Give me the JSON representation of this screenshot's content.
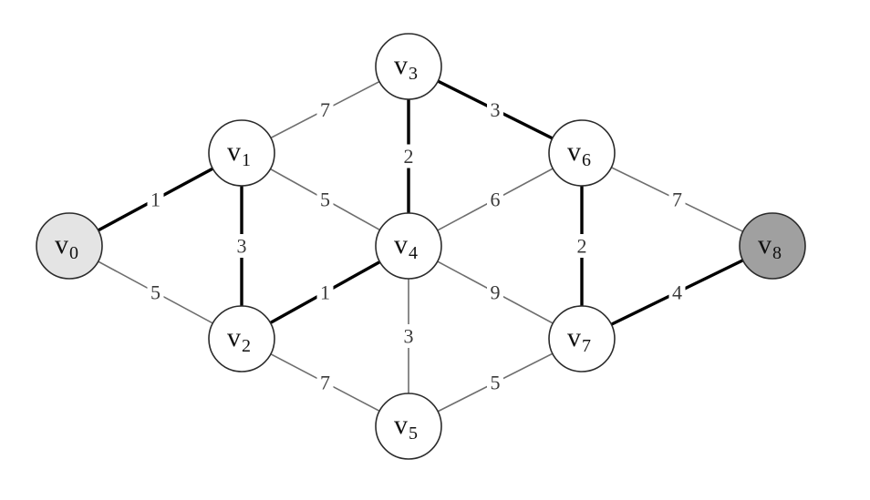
{
  "colors": {
    "background": "#ffffff",
    "node_default": "#ffffff",
    "node_source": "#e4e4e4",
    "node_target": "#a0a0a0",
    "edge_normal": "#6e6e6e",
    "edge_path": "#000000"
  },
  "nodes": [
    {
      "id": "v0",
      "letter": "v",
      "sub": "0",
      "role": "source"
    },
    {
      "id": "v1",
      "letter": "v",
      "sub": "1",
      "role": "default"
    },
    {
      "id": "v2",
      "letter": "v",
      "sub": "2",
      "role": "default"
    },
    {
      "id": "v3",
      "letter": "v",
      "sub": "3",
      "role": "default"
    },
    {
      "id": "v4",
      "letter": "v",
      "sub": "4",
      "role": "default"
    },
    {
      "id": "v5",
      "letter": "v",
      "sub": "5",
      "role": "default"
    },
    {
      "id": "v6",
      "letter": "v",
      "sub": "6",
      "role": "default"
    },
    {
      "id": "v7",
      "letter": "v",
      "sub": "7",
      "role": "default"
    },
    {
      "id": "v8",
      "letter": "v",
      "sub": "8",
      "role": "target"
    }
  ],
  "edges": [
    {
      "from": "v0",
      "to": "v1",
      "weight": "1",
      "bold": true
    },
    {
      "from": "v0",
      "to": "v2",
      "weight": "5",
      "bold": false
    },
    {
      "from": "v1",
      "to": "v3",
      "weight": "7",
      "bold": false
    },
    {
      "from": "v1",
      "to": "v2",
      "weight": "3",
      "bold": true
    },
    {
      "from": "v1",
      "to": "v4",
      "weight": "5",
      "bold": false
    },
    {
      "from": "v2",
      "to": "v4",
      "weight": "1",
      "bold": true
    },
    {
      "from": "v2",
      "to": "v5",
      "weight": "7",
      "bold": false
    },
    {
      "from": "v3",
      "to": "v4",
      "weight": "2",
      "bold": true
    },
    {
      "from": "v3",
      "to": "v6",
      "weight": "3",
      "bold": true
    },
    {
      "from": "v4",
      "to": "v6",
      "weight": "6",
      "bold": false
    },
    {
      "from": "v4",
      "to": "v7",
      "weight": "9",
      "bold": false
    },
    {
      "from": "v4",
      "to": "v5",
      "weight": "3",
      "bold": false
    },
    {
      "from": "v5",
      "to": "v7",
      "weight": "5",
      "bold": false
    },
    {
      "from": "v6",
      "to": "v7",
      "weight": "2",
      "bold": true
    },
    {
      "from": "v6",
      "to": "v8",
      "weight": "7",
      "bold": false
    },
    {
      "from": "v7",
      "to": "v8",
      "weight": "4",
      "bold": true
    }
  ]
}
